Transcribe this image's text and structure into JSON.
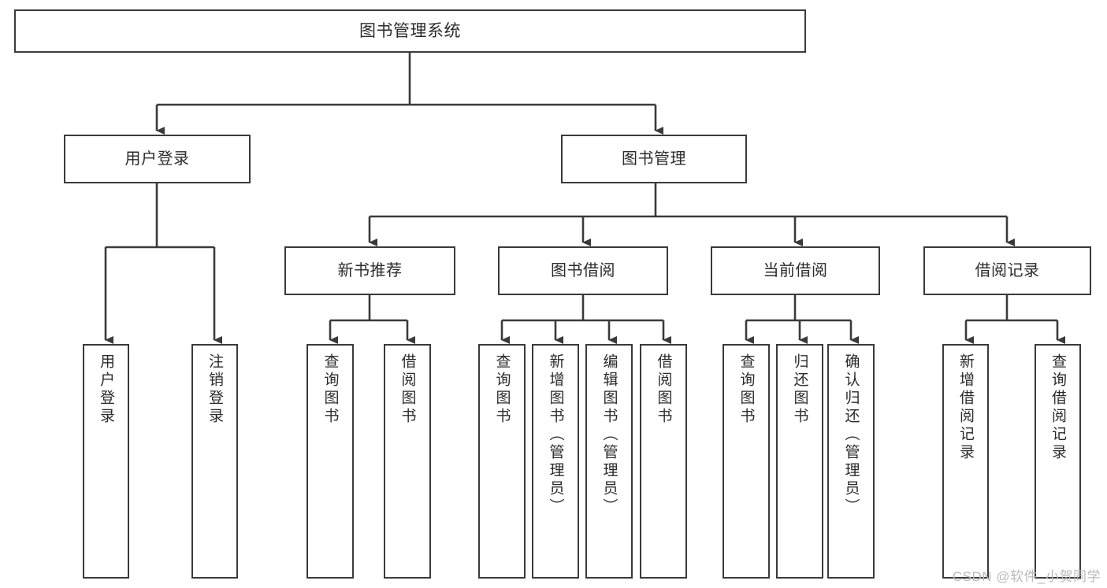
{
  "diagram": {
    "title": "图书管理系统",
    "type": "hierarchy-tree",
    "watermark": "CSDN @软件_小贺同学",
    "colors": {
      "box_border": "#3a3a3a",
      "box_fill": "#ffffff",
      "text": "#2b2b2b",
      "connector": "#3a3a3a",
      "watermark": "#b9b9b9",
      "background": "#ffffff"
    },
    "root": {
      "label": "图书管理系统"
    },
    "level1": [
      {
        "label": "用户登录"
      },
      {
        "label": "图书管理"
      }
    ],
    "level2": [
      {
        "label": "新书推荐"
      },
      {
        "label": "图书借阅"
      },
      {
        "label": "当前借阅"
      },
      {
        "label": "借阅记录"
      }
    ],
    "leaves": {
      "user_login": [
        {
          "label": "用户登录"
        },
        {
          "label": "注销登录"
        }
      ],
      "new_book_recommend": [
        {
          "label": "查询图书"
        },
        {
          "label": "借阅图书"
        }
      ],
      "book_borrow": [
        {
          "label": "查询图书"
        },
        {
          "label": "新增图书（管理员）"
        },
        {
          "label": "编辑图书（管理员）"
        },
        {
          "label": "借阅图书"
        }
      ],
      "current_borrow": [
        {
          "label": "查询图书"
        },
        {
          "label": "归还图书"
        },
        {
          "label": "确认归还（管理员）"
        }
      ],
      "borrow_record": [
        {
          "label": "新增借阅记录"
        },
        {
          "label": "查询借阅记录"
        }
      ]
    }
  }
}
